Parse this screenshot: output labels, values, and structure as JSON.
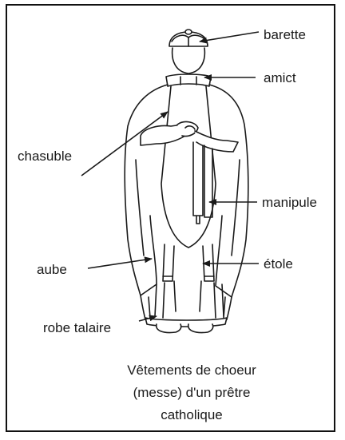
{
  "labels": {
    "barette": "barette",
    "amict": "amict",
    "chasuble": "chasuble",
    "manipule": "manipule",
    "aube": "aube",
    "etole": "étole",
    "robe_talaire": "robe talaire"
  },
  "caption": {
    "line1": "Vêtements de choeur",
    "line2": "(messe) d'un prêtre",
    "line3": "catholique"
  },
  "colors": {
    "ink": "#1a1a1a",
    "border": "#111111",
    "background": "#ffffff"
  }
}
